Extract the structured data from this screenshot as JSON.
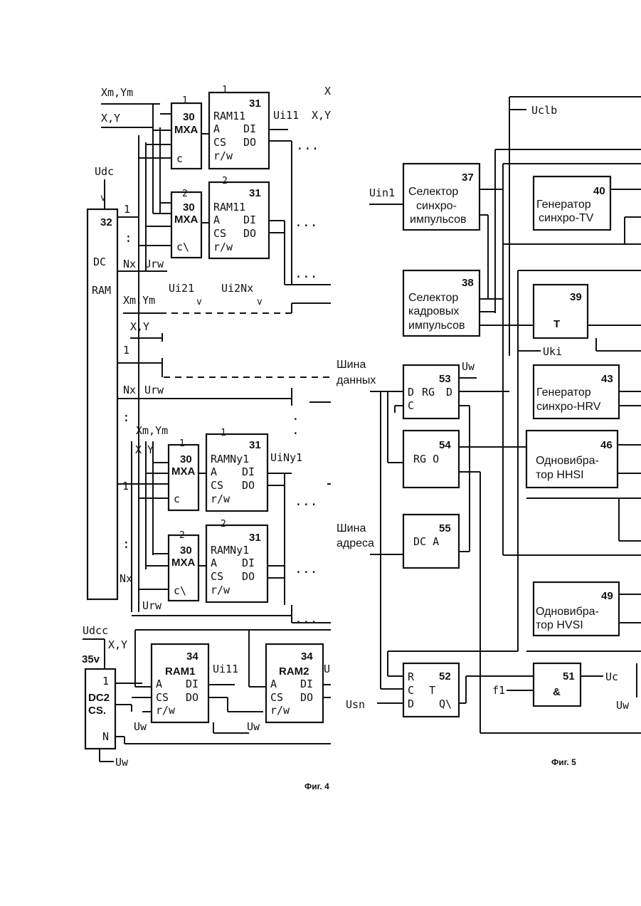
{
  "fig4": {
    "caption": "Фиг. 4",
    "signals": {
      "xm_ym": "Xm,Ym",
      "xy": "X,Y",
      "x_y_split_x": "X",
      "x_y_split_y": "Y",
      "udc": "Udc",
      "udc_v": "v",
      "one": "1",
      "nx": "Nx",
      "urw": "Urw",
      "ui11": "Ui11",
      "ui21": "Ui21",
      "ui2nx": "Ui2Nx",
      "uinyl": "UiNy1",
      "v_mark": "v",
      "udcc": "Udcc",
      "v35": "35v",
      "uw": "Uw",
      "top_right_x": "X",
      "top_right_xy": "X,Y",
      "n_label": "N",
      "ui_cut": "U"
    },
    "dc_ram": {
      "number": "32",
      "line1": "DC",
      "line2": "RAM"
    },
    "mxa_blocks": [
      {
        "index": "1",
        "number": "30",
        "name": "MXA",
        "c": "c"
      },
      {
        "index": "2",
        "number": "30",
        "name": "MXA",
        "c": "c\\"
      },
      {
        "index": "1",
        "number": "30",
        "name": "MXA",
        "c": "c"
      },
      {
        "index": "2",
        "number": "30",
        "name": "MXA",
        "c": "c\\"
      }
    ],
    "ram_blocks": [
      {
        "index": "1",
        "number": "31",
        "name": "RAM11",
        "a": "A",
        "di": "DI",
        "cs": "CS",
        "do": "DO",
        "rw": "r/w"
      },
      {
        "index": "2",
        "number": "31",
        "name": "RAM11",
        "a": "A",
        "di": "DI",
        "cs": "CS",
        "do": "DO",
        "rw": "r/w"
      },
      {
        "index": "1",
        "number": "31",
        "name": "RAMNy1",
        "a": "A",
        "di": "DI",
        "cs": "CS",
        "do": "DO",
        "rw": "r/w"
      },
      {
        "index": "2",
        "number": "31",
        "name": "RAMNy1",
        "a": "A",
        "di": "DI",
        "cs": "CS",
        "do": "DO",
        "rw": "r/w"
      }
    ],
    "dc2": {
      "number": "35v",
      "one": "1",
      "line1": "DC2",
      "line2": "CS.",
      "n": "N"
    },
    "ram_bottom": [
      {
        "number": "34",
        "name": "RAM1",
        "a": "A",
        "di": "DI",
        "cs": "CS",
        "do": "DO",
        "rw": "r/w"
      },
      {
        "number": "34",
        "name": "RAM2",
        "a": "A",
        "di": "DI",
        "cs": "CS",
        "do": "DO",
        "rw": "r/w"
      }
    ]
  },
  "fig5": {
    "caption": "Фиг. 5",
    "signals": {
      "uclb": "Uclb",
      "uin1": "Uin1",
      "uki": "Uki",
      "uw": "Uw",
      "usn": "Usn",
      "f1": "f1",
      "uc": "Uc",
      "uw_bottom": "Uw"
    },
    "bus_data": [
      "Шина",
      "данных"
    ],
    "bus_addr": [
      "Шина",
      "адреса"
    ],
    "blocks": {
      "b37": {
        "number": "37",
        "lines": [
          "Селектор",
          "синхро-",
          "импульсов"
        ]
      },
      "b40": {
        "number": "40",
        "lines": [
          "Генератор",
          "синхро-TV"
        ]
      },
      "b38": {
        "number": "38",
        "lines": [
          "Селектор",
          "кадровых",
          "импульсов"
        ]
      },
      "b39": {
        "number": "39",
        "lines": [
          "T"
        ]
      },
      "b53": {
        "number": "53",
        "d": "D",
        "rg": "RG",
        "d2": "D",
        "c": "C"
      },
      "b43": {
        "number": "43",
        "lines": [
          "Генератор",
          "синхро-HRV"
        ]
      },
      "b54": {
        "number": "54",
        "lines": [
          "RG O"
        ]
      },
      "b46": {
        "number": "46",
        "lines": [
          "Одновибра-",
          "тор  HHSI"
        ]
      },
      "b55": {
        "number": "55",
        "lines": [
          "DC A"
        ]
      },
      "b49": {
        "number": "49",
        "lines": [
          "Одновибра-",
          "тор  HVSI"
        ]
      },
      "b52": {
        "number": "52",
        "r": "R",
        "c": "C",
        "t": "T",
        "d": "D",
        "q": "Q\\"
      },
      "b51": {
        "number": "51",
        "sym": "&"
      }
    }
  }
}
